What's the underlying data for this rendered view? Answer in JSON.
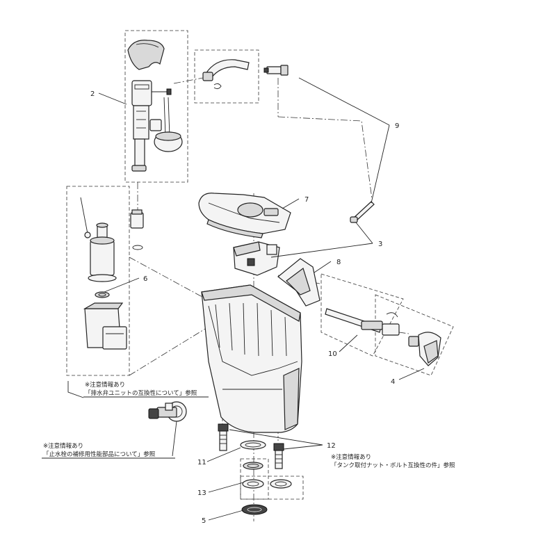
{
  "callouts": {
    "c2": "2",
    "c9": "9",
    "c7": "7",
    "c3": "3",
    "c6": "6",
    "c8": "8",
    "c10": "10",
    "c4": "4",
    "c12": "12",
    "c11": "11",
    "c13": "13",
    "c5": "5"
  },
  "notes": {
    "n1_line1": "※注意情報あり",
    "n1_line2": "「排水弁ユニットの互換性について」参照",
    "n2_line1": "※注意情報あり",
    "n2_line2": "「止水栓の補修用性能部品について」参照",
    "n3_line1": "※注意情報あり",
    "n3_line2": "「タンク取付ナット・ボルト互換性の件」参照"
  }
}
